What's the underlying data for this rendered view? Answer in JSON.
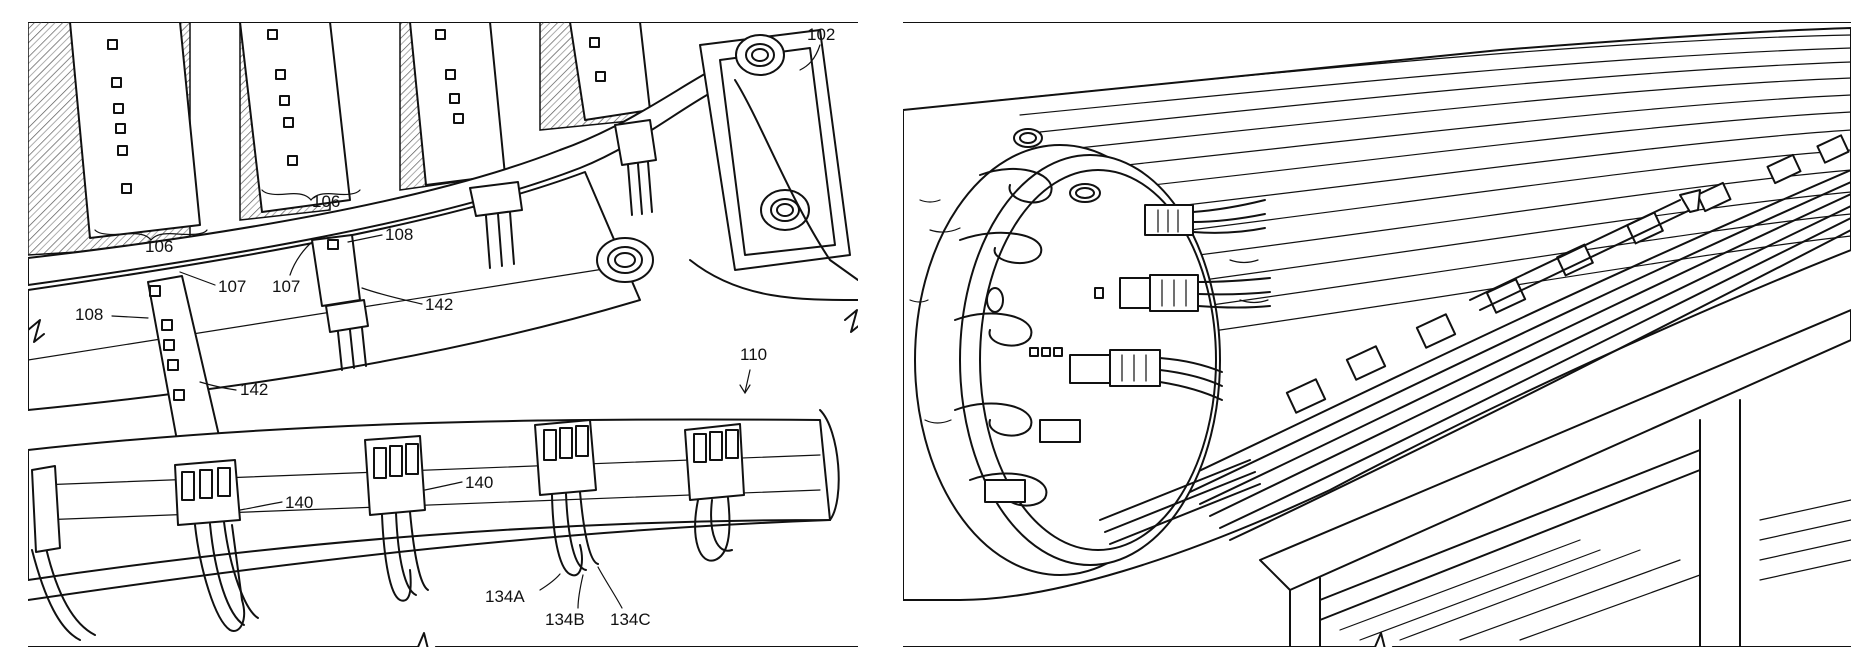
{
  "figures": [
    {
      "id": "left",
      "reference_labels": {
        "102": "102",
        "106a": "106",
        "106b": "106",
        "107a": "107",
        "107b": "107",
        "108a": "108",
        "108b": "108",
        "142a": "142",
        "142b": "142",
        "110": "110",
        "140a": "140",
        "140b": "140",
        "134a": "134A",
        "134b": "134B",
        "134c": "134C"
      }
    },
    {
      "id": "right",
      "reference_labels": {}
    }
  ],
  "colors": {
    "ink": "#111111",
    "paper": "#ffffff",
    "hatch": "#555555"
  }
}
